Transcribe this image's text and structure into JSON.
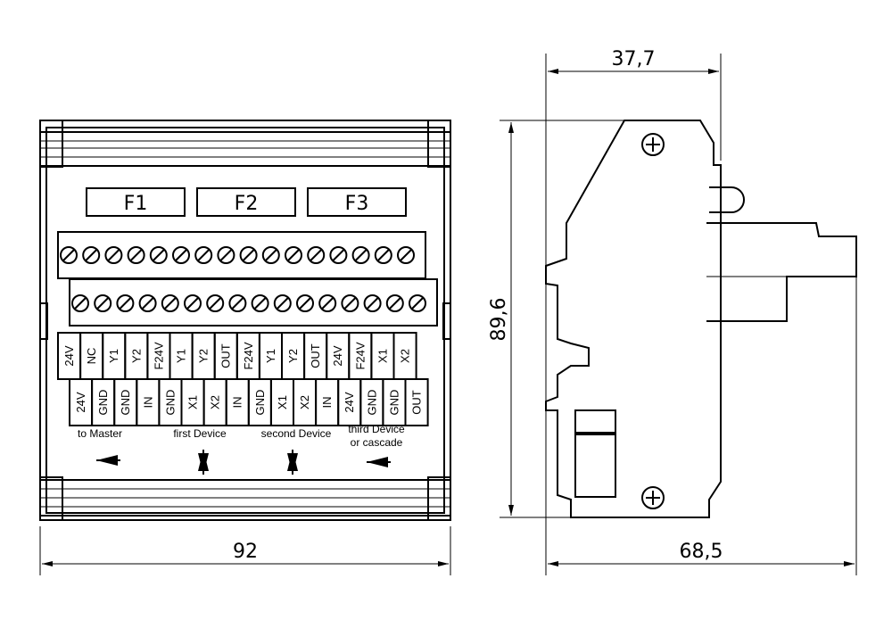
{
  "fuses": [
    "F1",
    "F2",
    "F3"
  ],
  "top_row": [
    "24V",
    "NC",
    "Y1",
    "Y2",
    "F24V",
    "Y1",
    "Y2",
    "OUT",
    "F24V",
    "Y1",
    "Y2",
    "OUT",
    "24V",
    "F24V",
    "X1",
    "X2"
  ],
  "bottom_row": [
    "24V",
    "GND",
    "GND",
    "IN",
    "GND",
    "X1",
    "X2",
    "IN",
    "GND",
    "X1",
    "X2",
    "IN",
    "24V",
    "GND",
    "GND",
    "OUT"
  ],
  "groups": {
    "to_master": "to Master",
    "first": "first Device",
    "second": "second Device",
    "third_1": "third Device",
    "third_2": "or cascade"
  },
  "dimensions": {
    "width_front": "92",
    "height": "89,6",
    "depth_top": "37,7",
    "depth_total": "68,5"
  }
}
